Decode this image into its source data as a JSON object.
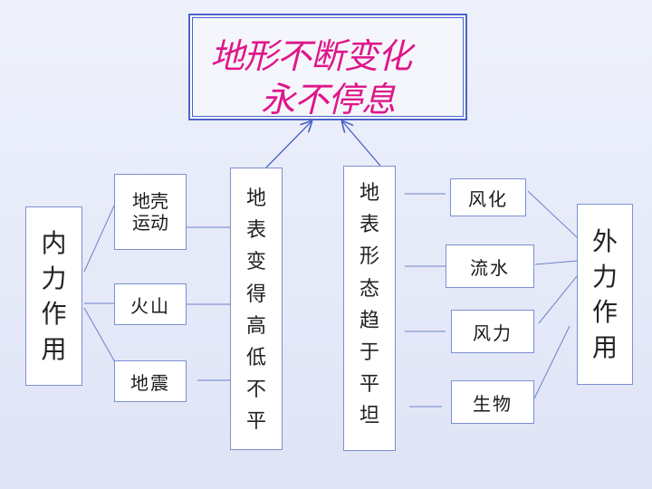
{
  "title": {
    "line1": "地形不断变化",
    "line2": "永不停息"
  },
  "left_cause": "内力作用",
  "left_items": [
    "地壳运动",
    "火山",
    "地震"
  ],
  "left_result": "地表变得高低不平",
  "right_result": "地表形态趋于平坦",
  "right_items": [
    "风化",
    "流水",
    "风力",
    "生物"
  ],
  "right_cause": "外力作用",
  "colors": {
    "title_text": "#e0168a",
    "border": "#4a63c8",
    "lines": "#6e80c8"
  }
}
